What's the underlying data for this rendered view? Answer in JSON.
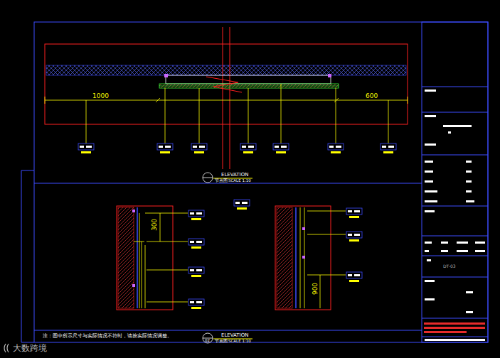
{
  "diagram": {
    "nodes": [
      {
        "text": [
          "ELEVATION",
          "节点图",
          "SCALE 1:10"
        ]
      },
      {
        "text": [
          "02",
          "ELEVATION",
          "节点图",
          "SCALE 1:10"
        ]
      }
    ],
    "labels": [
      "1000",
      "600",
      "300",
      "900",
      "DT-03",
      "注：图中所示尺寸与实际情况不符时，请按实际情况调整。",
      "大数跨境"
    ]
  }
}
